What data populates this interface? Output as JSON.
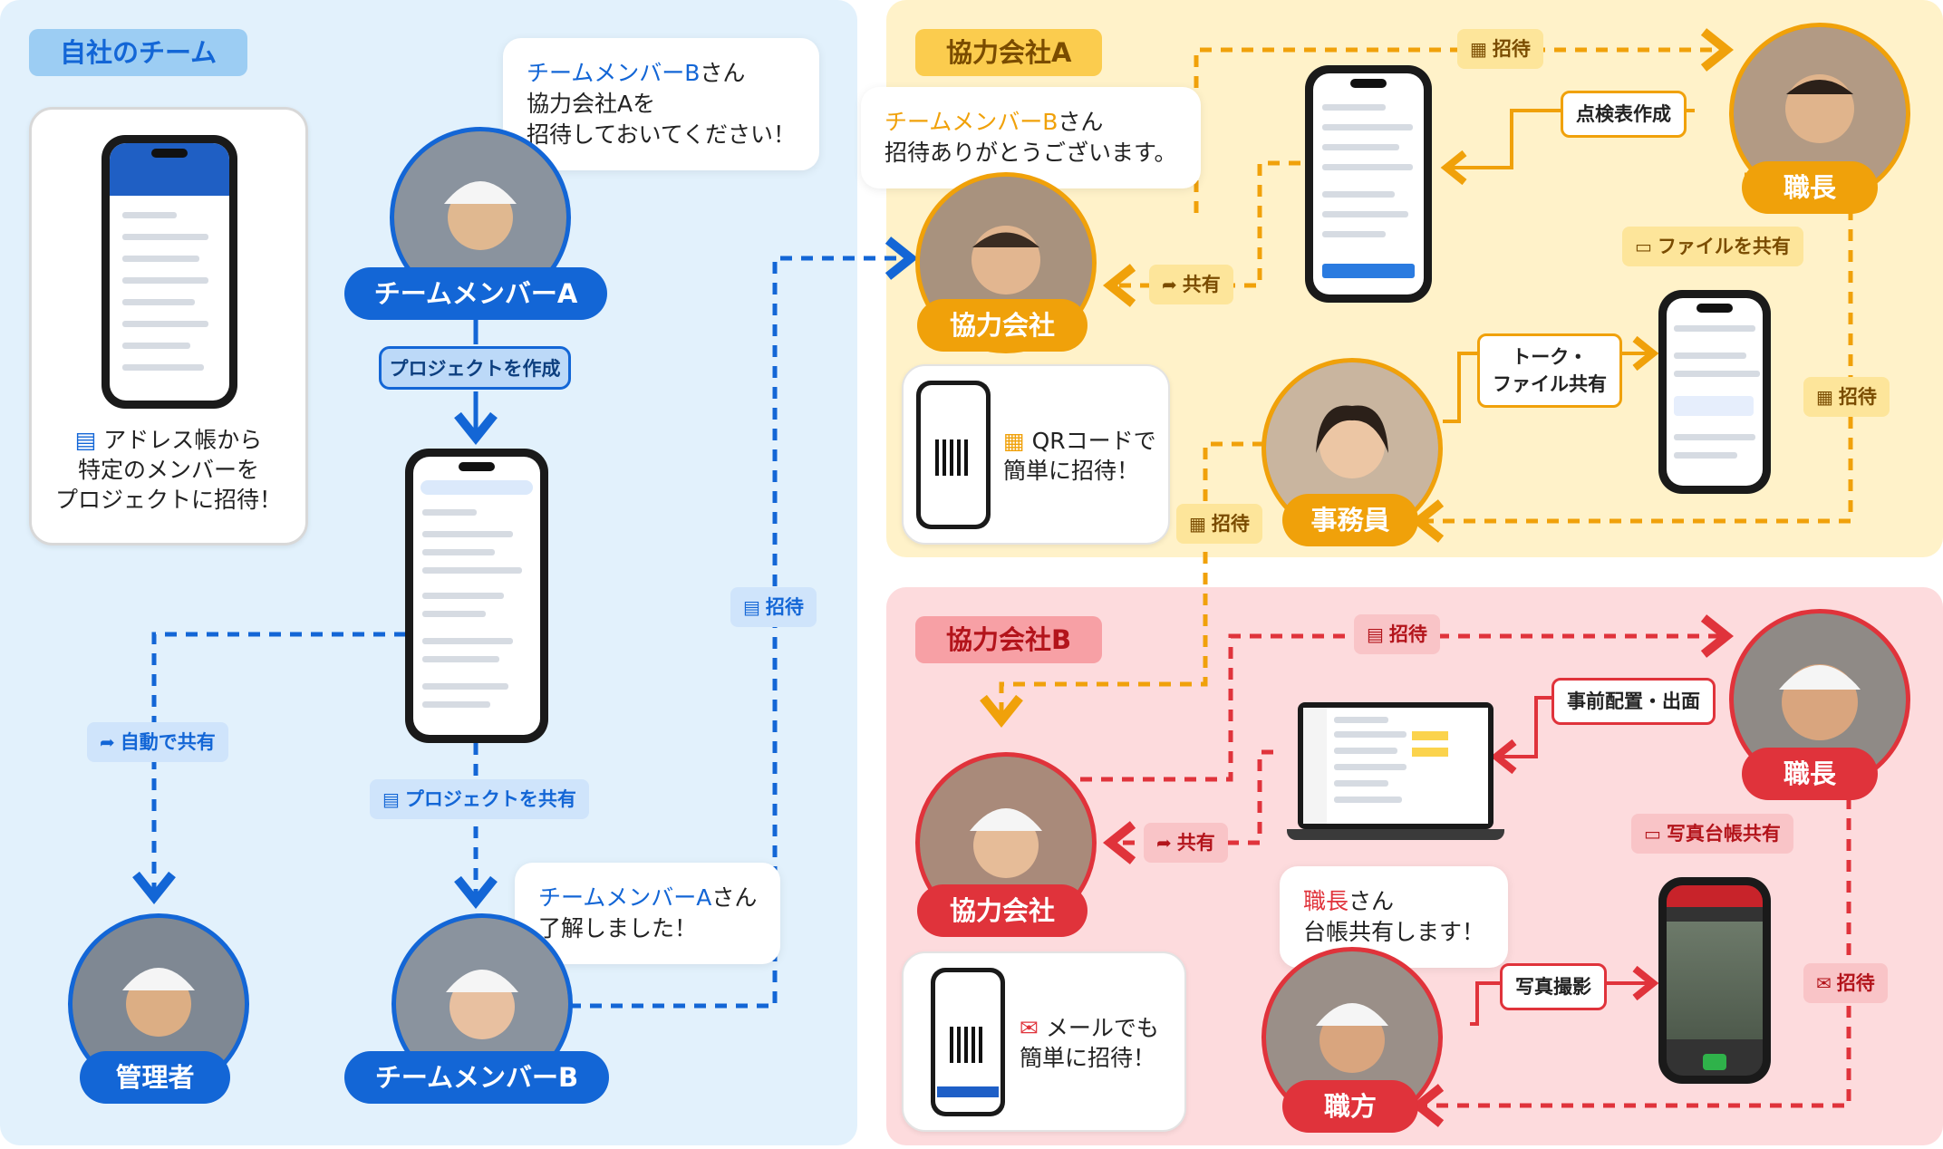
{
  "sections": {
    "own": "自社のチーム",
    "partner_a": "協力会社A",
    "partner_b": "協力会社B"
  },
  "people": {
    "member_a": "チームメンバーA",
    "member_b": "チームメンバーB",
    "admin": "管理者",
    "a_partner": "協力会社",
    "a_foreman": "職長",
    "a_clerk": "事務員",
    "b_partner": "協力会社",
    "b_foreman": "職長",
    "b_worker": "職方"
  },
  "bubbles": {
    "member_a": {
      "name": "チームメンバーB",
      "suffix": "さん",
      "line2": "協力会社Aを",
      "line3": "招待しておいてください！"
    },
    "member_b": {
      "name": "チームメンバーA",
      "suffix": "さん",
      "line2": "了解しました！"
    },
    "a_partner": {
      "name": "チームメンバーB",
      "suffix": "さん",
      "line2": "招待ありがとうございます。"
    },
    "b_worker": {
      "name": "職長",
      "suffix": "さん",
      "line2": "台帳共有します！"
    }
  },
  "cards": {
    "address_book": {
      "line1": "アドレス帳から",
      "line2": "特定のメンバーを",
      "line3": "プロジェクトに招待！"
    },
    "qr": {
      "line1": "QRコードで",
      "line2": "簡単に招待！"
    },
    "mail": {
      "line1": "メールでも",
      "line2": "簡単に招待！"
    }
  },
  "actions": {
    "create_project": "プロジェクトを作成",
    "share_project": "プロジェクトを共有",
    "auto_share": "自動で共有",
    "invite": "招待",
    "share": "共有",
    "inspection_sheet": "点検表作成",
    "file_share": "ファイルを共有",
    "talk_file_line1": "トーク・",
    "talk_file_line2": "ファイル共有",
    "pre_assign": "事前配置・出面",
    "photo_ledger": "写真台帳共有",
    "photo_take": "写真撮影"
  },
  "colors": {
    "blue": "#1366d6",
    "blue_light": "#cfe4fb",
    "orange": "#f0a10a",
    "orange_light": "#fde59a",
    "red": "#e0333b",
    "red_light": "#f9c4c7"
  },
  "icons": {
    "address_book": "address-book-icon",
    "qr": "qr-code-icon",
    "mail": "mail-icon",
    "share": "share-arrow-icon",
    "file": "file-icon"
  }
}
